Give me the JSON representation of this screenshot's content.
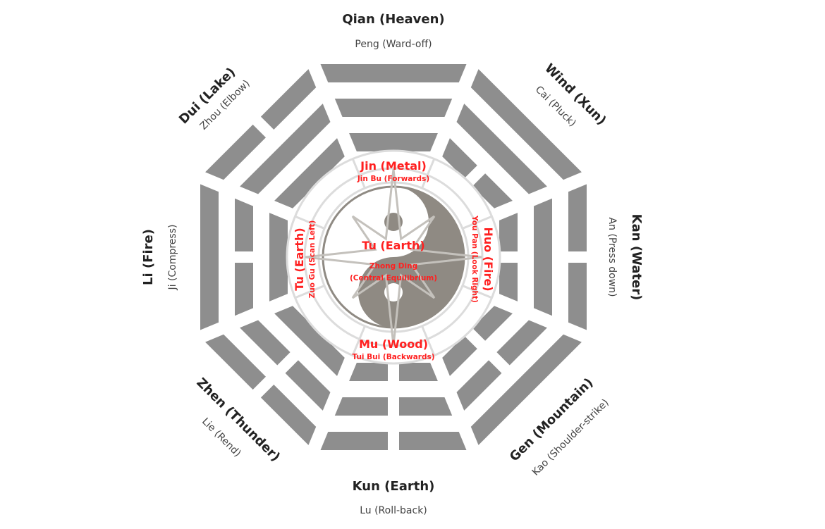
{
  "colors": {
    "bar": "#8e8e8e",
    "accent_red": "#ff2020",
    "yinyang": "#8f8a83",
    "ring": "#dcdcdc",
    "text": "#222222"
  },
  "trigrams": [
    {
      "id": "qian",
      "title": "Qian (Heaven)",
      "subtitle": "Peng (Ward-off)",
      "lines": [
        1,
        1,
        1
      ]
    },
    {
      "id": "xun",
      "title": "Wind (Xun)",
      "subtitle": "Cai (Pluck)",
      "lines": [
        1,
        1,
        0
      ]
    },
    {
      "id": "kan",
      "title": "Kan (Water)",
      "subtitle": "An (Press down)",
      "lines": [
        0,
        1,
        0
      ]
    },
    {
      "id": "gen",
      "title": "Gen (Mountain)",
      "subtitle": "Kao (Shoulder-strike)",
      "lines": [
        1,
        0,
        0
      ]
    },
    {
      "id": "kun",
      "title": "Kun (Earth)",
      "subtitle": "Lu (Roll-back)",
      "lines": [
        0,
        0,
        0
      ]
    },
    {
      "id": "zhen",
      "title": "Zhen (Thunder)",
      "subtitle": "Lie (Rend)",
      "lines": [
        0,
        0,
        1
      ]
    },
    {
      "id": "li",
      "title": "Li (Fire)",
      "subtitle": "Ji (Compress)",
      "lines": [
        1,
        0,
        1
      ]
    },
    {
      "id": "dui",
      "title": "Dui (Lake)",
      "subtitle": "Zhou (Elbow)",
      "lines": [
        0,
        1,
        1
      ]
    }
  ],
  "elements": {
    "metal": {
      "title": "Jin (Metal)",
      "subtitle": "Jin Bu (Forwards)"
    },
    "wood": {
      "title": "Mu (Wood)",
      "subtitle": "Tui Bui (Backwards)"
    },
    "earth_left": {
      "title": "Tu (Earth)",
      "subtitle": "Zuo Gu (Scan Left)"
    },
    "fire": {
      "title": "Huo (Fire)",
      "subtitle": "You Pan  (Look Right)"
    },
    "center": {
      "title": "Tu (Earth)",
      "subtitle_1": "Zhong Ding",
      "subtitle_2": "(Central Equilibrium)"
    }
  }
}
